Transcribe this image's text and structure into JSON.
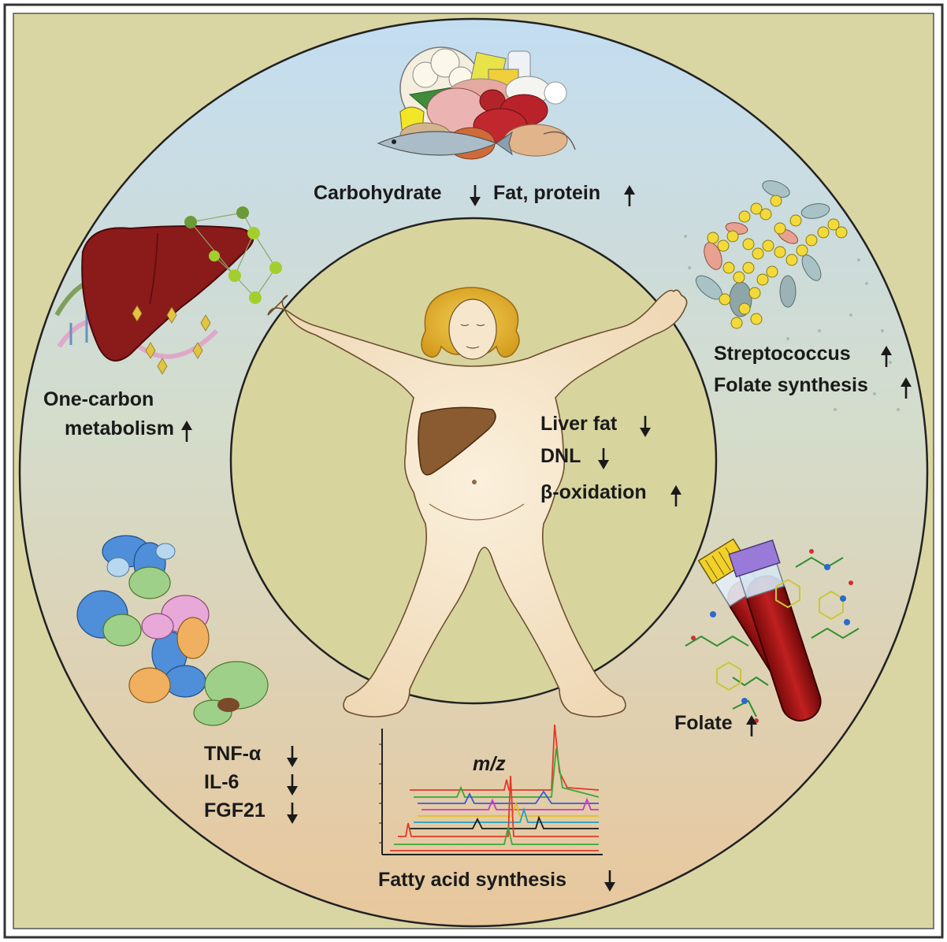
{
  "center": {
    "liver_fat": "Liver fat",
    "dnl": "DNL",
    "beta_oxidation": "β-oxidation"
  },
  "diet": {
    "carbohydrate": "Carbohydrate",
    "fat_protein": "Fat, protein"
  },
  "microbiome": {
    "streptococcus": "Streptococcus",
    "folate_synthesis": "Folate synthesis"
  },
  "liver": {
    "line1": "One-carbon",
    "line2": "metabolism"
  },
  "blood": {
    "folate": "Folate"
  },
  "cytokines": {
    "tnf": "TNF-α",
    "il6": "IL-6",
    "fgf21": "FGF21"
  },
  "lipidomics": {
    "axis_label": "m/z",
    "caption": "Fatty acid synthesis"
  },
  "colors": {
    "panel_background": "#dad6a4",
    "ring_top": "#c5def0",
    "ring_bottom": "#e6c9a0",
    "inner_circle": "#d8d49e",
    "liver": "#8b1a1a",
    "skin": "#f4e3c6",
    "hair": "#e3b52c"
  },
  "directions": {
    "liver_fat": "down",
    "dnl": "down",
    "beta_oxidation": "up",
    "carbohydrate": "down",
    "fat_protein": "up",
    "streptococcus": "up",
    "folate_synthesis": "up",
    "one_carbon_metabolism": "up",
    "folate": "up",
    "tnf": "down",
    "il6": "down",
    "fgf21": "down",
    "fatty_acid_synthesis": "down"
  }
}
